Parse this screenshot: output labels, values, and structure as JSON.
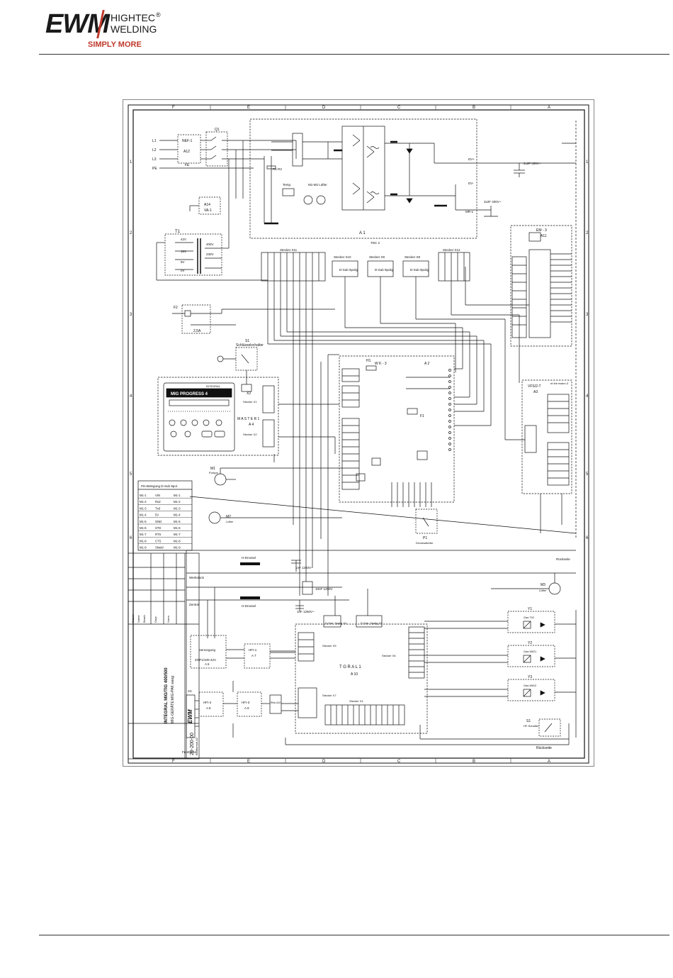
{
  "brand": {
    "logo_text": "EWM",
    "tagline_1": "HIGHTEC",
    "tagline_2": "WELDING",
    "slogan": "SIMPLY MORE",
    "brand_color": "#c0392b"
  },
  "frame": {
    "cols_top": [
      "F",
      "E",
      "D",
      "C",
      "B",
      "A"
    ],
    "rows_right": [
      "1",
      "2",
      "3",
      "4",
      "5",
      "6"
    ]
  },
  "mains": {
    "l1": "L1",
    "l2": "L2",
    "l3": "L3",
    "pe": "PE",
    "q1": "Q1",
    "nef": "NEF-1",
    "a12": "A12",
    "fe": "FE"
  },
  "a14": {
    "name": "A14",
    "type": "VA-1"
  },
  "t1": {
    "name": "T1",
    "v1": "42V",
    "v2": "18V",
    "v3": "8V",
    "v4": "0V",
    "v5": "400V",
    "v6": "230V"
  },
  "f2": {
    "name": "F2",
    "rating": "2,5A"
  },
  "a1": {
    "name": "A 1",
    "board": "TDC 2",
    "temp": "Temp.",
    "filter": "M1-M2 Lüfter",
    "rf": "R1-R2",
    "dc_pos": "DV+",
    "dc_neg": "DV-",
    "mr": "MR-1",
    "cap1": "2x2F 400V~",
    "cap2": "3x2F 400V~"
  },
  "connectors": {
    "x11": "Stecker X11",
    "x10": "Stecker X10",
    "x9": "Stecker X9",
    "x8": "Stecker X8",
    "x12": "Stecker X12",
    "dsub": "D-Sub 9polig"
  },
  "em": {
    "name": "EM - 3",
    "sub": "A11"
  },
  "s1": {
    "name": "S1",
    "label": "Schlüsselschalter",
    "x2": "X2"
  },
  "master": {
    "title": "MIG PROGRESS 4",
    "brand": "INTEGRAL",
    "name": "M A S T E R 1",
    "sub": "A 4",
    "x1": "Stecker X1",
    "x2": "Stecker X2",
    "dsub": "D-Sub 9polig"
  },
  "wk": {
    "name": "W K - 3",
    "sub": "A 2",
    "h1": "H1",
    "f1": "F1"
  },
  "vfs": {
    "name": "VFS/2-T",
    "sub": "A3",
    "note": "nt the ewkm-3"
  },
  "m1": {
    "name": "M1",
    "label": "Pumpe"
  },
  "m2": {
    "name": "M2",
    "label": "Lüfter"
  },
  "p1": {
    "name": "P1",
    "label": "Druckwächter"
  },
  "pin_table": {
    "title": "Pin-Belegung D-Sub 9pol.",
    "rows": [
      [
        "M1-1",
        "VIN",
        "M1-1"
      ],
      [
        "M1-2",
        "Rxd",
        "M1-2"
      ],
      [
        "M1-3",
        "Txd",
        "M1-3"
      ],
      [
        "M1-4",
        "5V",
        "M1-4"
      ],
      [
        "M1-5",
        "GND",
        "M1-5"
      ],
      [
        "M1-6",
        "STD",
        "M1-6"
      ],
      [
        "M1-7",
        "RTS",
        "M1-7"
      ],
      [
        "M1-8",
        "CTS",
        "M1-8"
      ],
      [
        "M1-9",
        "Shield",
        "M1-9"
      ]
    ]
  },
  "title_block": {
    "line1": "INTEGRAL MIG/TIG 400/500",
    "line2": "MIG-GERÄTE:MIG-PAK wasg",
    "drawing_no": "29-200-00",
    "sheet": "Blattformat A2",
    "rows": [
      "Datum",
      "Name",
      "Bearb.",
      "Gepr.",
      "Norm"
    ]
  },
  "hf": {
    "drossel": "H-Drossel",
    "werkstueck": "Werkstück",
    "zentral": "Zentral",
    "cap1": "1nF 1250V~",
    "cap2": "10nF 1250V",
    "cap3": "1nF 1250V~",
    "a6": "ZGP1/100-42V",
    "a6_name": "A 6",
    "a6_supply": "Versorgung",
    "hfi1": "HFI-1",
    "hfi1_sub": "A 7",
    "hfi2": "HFI-2",
    "hfi2_sub": "A 8",
    "hfi3": "HFI-3",
    "hfi3_sub": "A 9",
    "rthc": "Rhtc A10",
    "x3": "X3",
    "frontseite": "Frontseite"
  },
  "tigral": {
    "name": "T G R A L 1",
    "sub": "A 10",
    "x5": "Stecker X5",
    "x6": "Stecker X6",
    "x7": "Stecker X7",
    "x4": "Stecker X4",
    "dsub1": "D-Sub. 9polig X1",
    "dsub2": "D-Sub. 9polig X2"
  },
  "m3": {
    "name": "M3",
    "label": "Lüfter"
  },
  "valves": {
    "y1": "Y1",
    "y1_label": "Gas TIG",
    "y2": "Y2",
    "y2_label": "Gas MIG1",
    "y3": "Y3",
    "y3_label": "Gas MIG2"
  },
  "s1b": {
    "name": "S1",
    "label": "HF-Schalter"
  },
  "rueckseite": "Rückseite"
}
